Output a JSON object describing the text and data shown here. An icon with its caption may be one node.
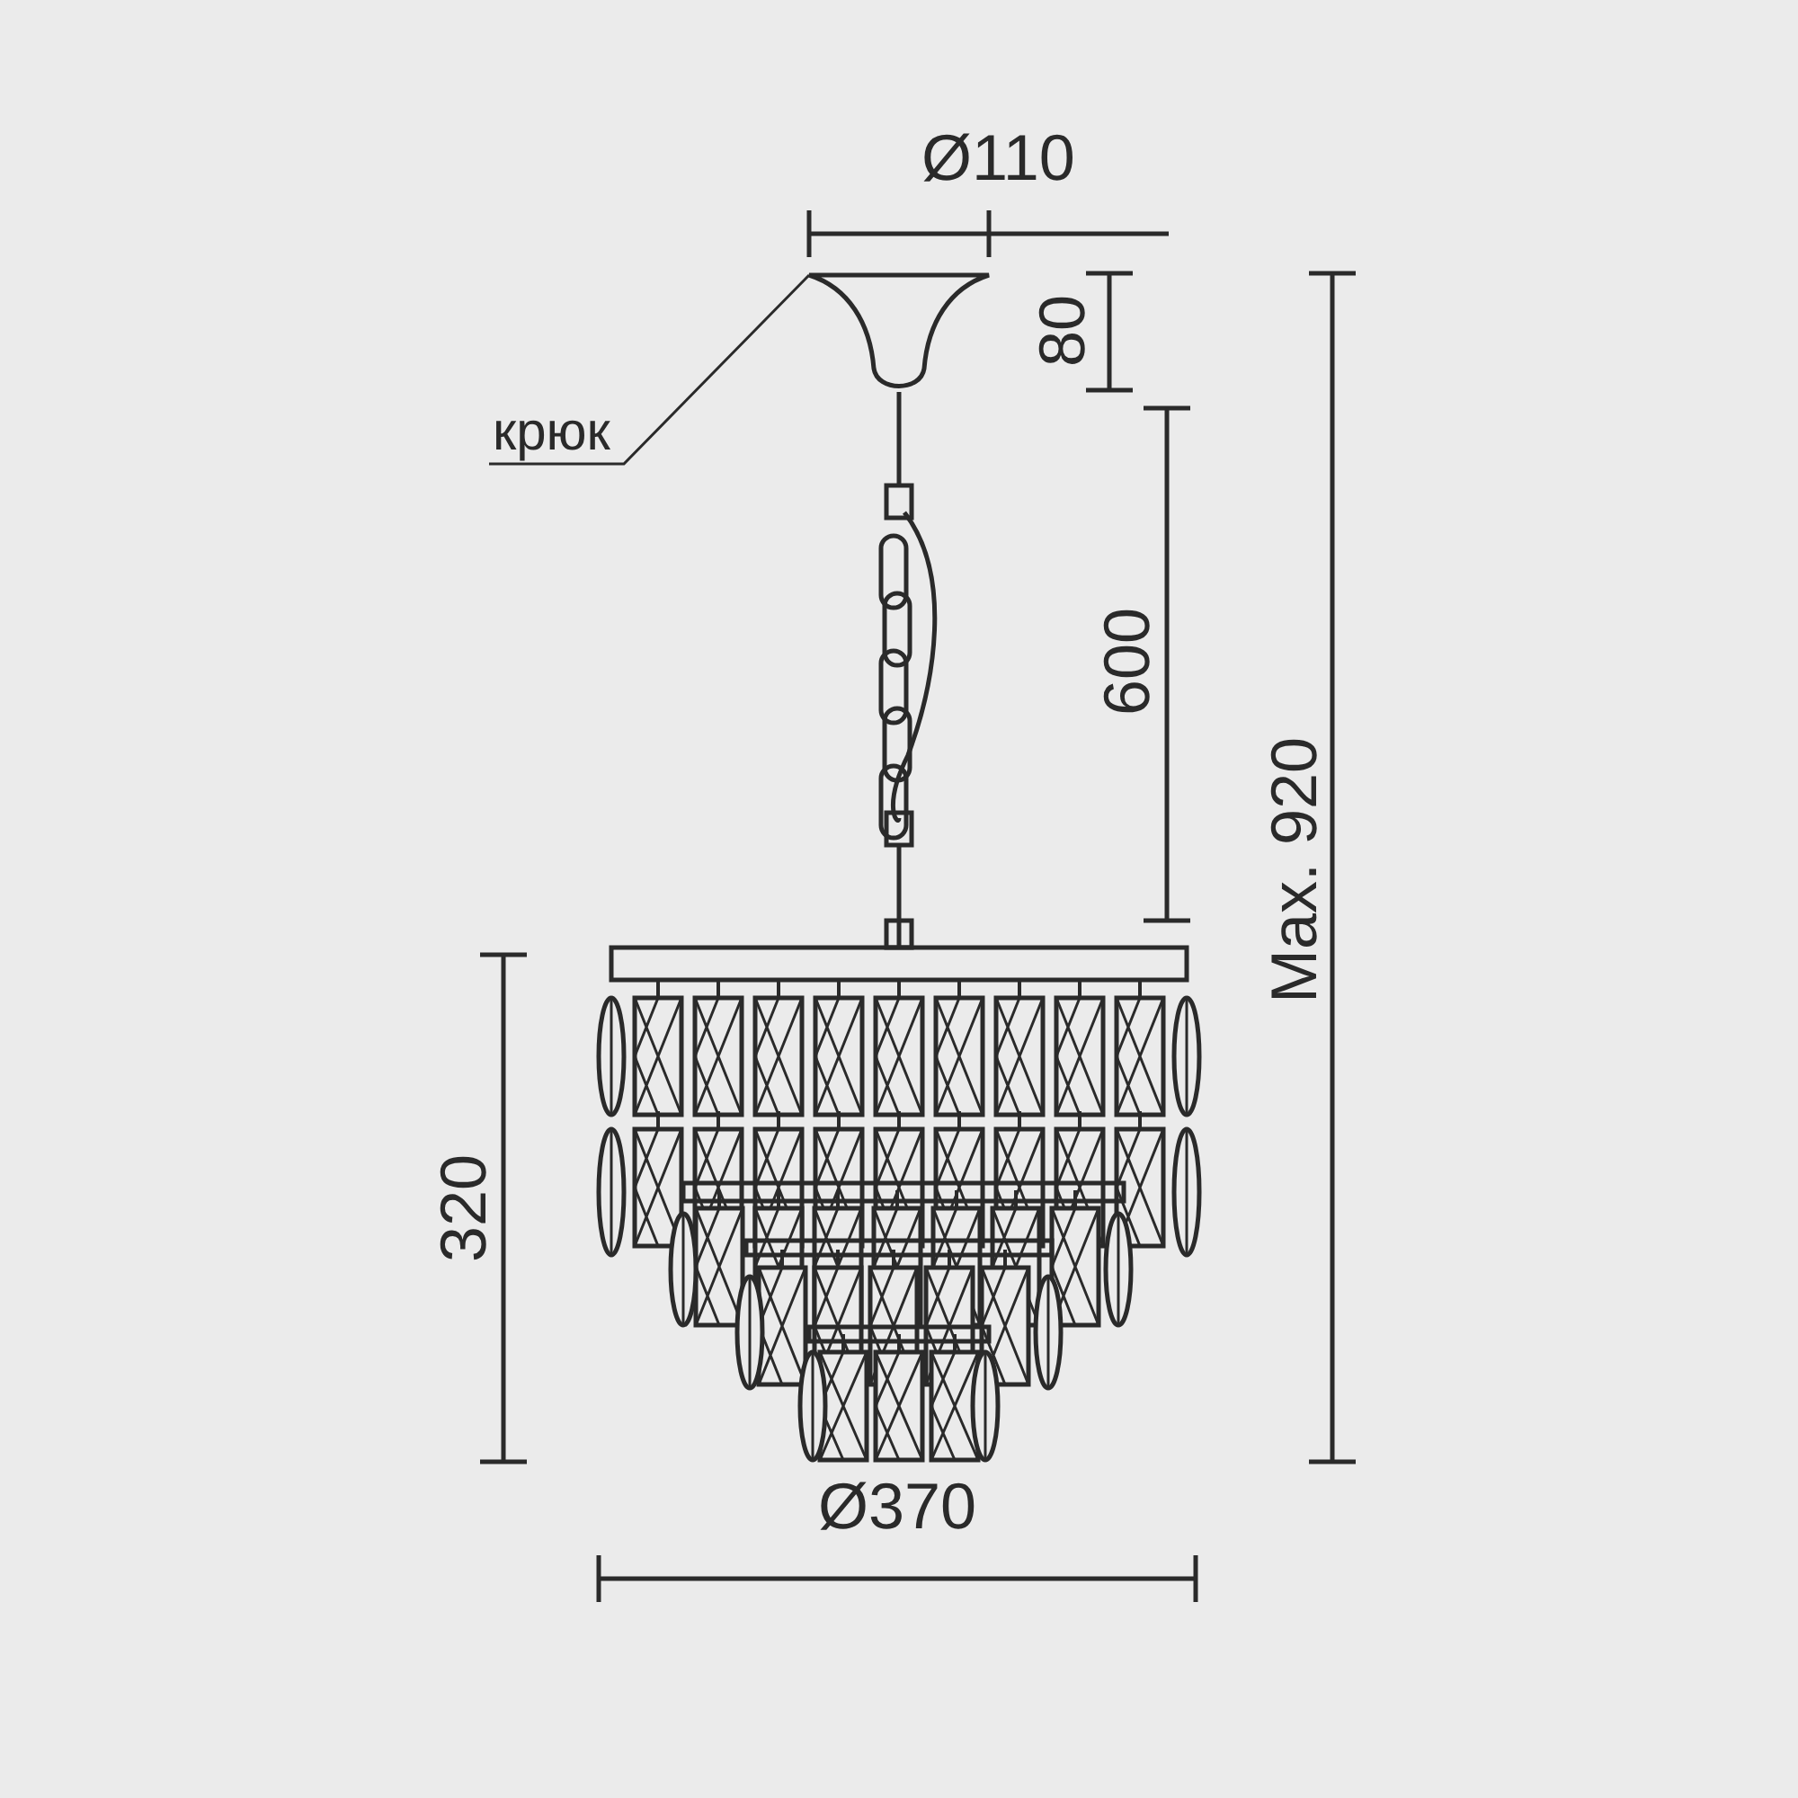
{
  "diagram": {
    "nodes": [
      {
        "text": [
          "крюк"
        ]
      },
      {
        "text": [],
        "shape": "picture"
      }
    ],
    "edges": [
      {
        "from": 0,
        "to": 1,
        "arrow": "none"
      }
    ],
    "labels": [
      "Ø110",
      "80",
      "600",
      "Max. 920",
      "320",
      "Ø370"
    ]
  }
}
